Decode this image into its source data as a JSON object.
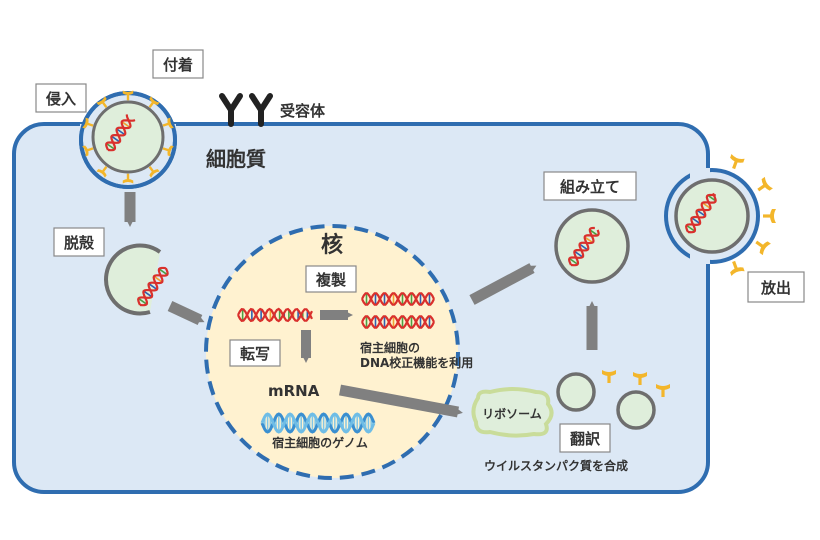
{
  "labels": {
    "attach": "付着",
    "entry": "侵入",
    "receptor": "受容体",
    "cytoplasm": "細胞質",
    "uncoating": "脱殻",
    "nucleus": "核",
    "replication": "複製",
    "transcription": "転写",
    "proofreading_line1": "宿主細胞の",
    "proofreading_line2": "DNA校正機能を利用",
    "mrna": "mRNA",
    "host_genome": "宿主細胞のゲノム",
    "ribosome": "リボソーム",
    "translation": "翻訳",
    "protein_synthesis": "ウイルスタンパク質を合成",
    "assembly": "組み立て",
    "release": "放出"
  },
  "colors": {
    "cell_fill": "#dce8f5",
    "cell_border": "#2f6db0",
    "nucleus_fill": "#fff2d0",
    "virus_fill": "#dfeedb",
    "spike": "#f3b62b",
    "arrow": "#808080",
    "dna_red": "#d9302c",
    "dna_blue": "#2f5fb0",
    "dna_green": "#4aa043",
    "dna_orange": "#f0a030"
  }
}
